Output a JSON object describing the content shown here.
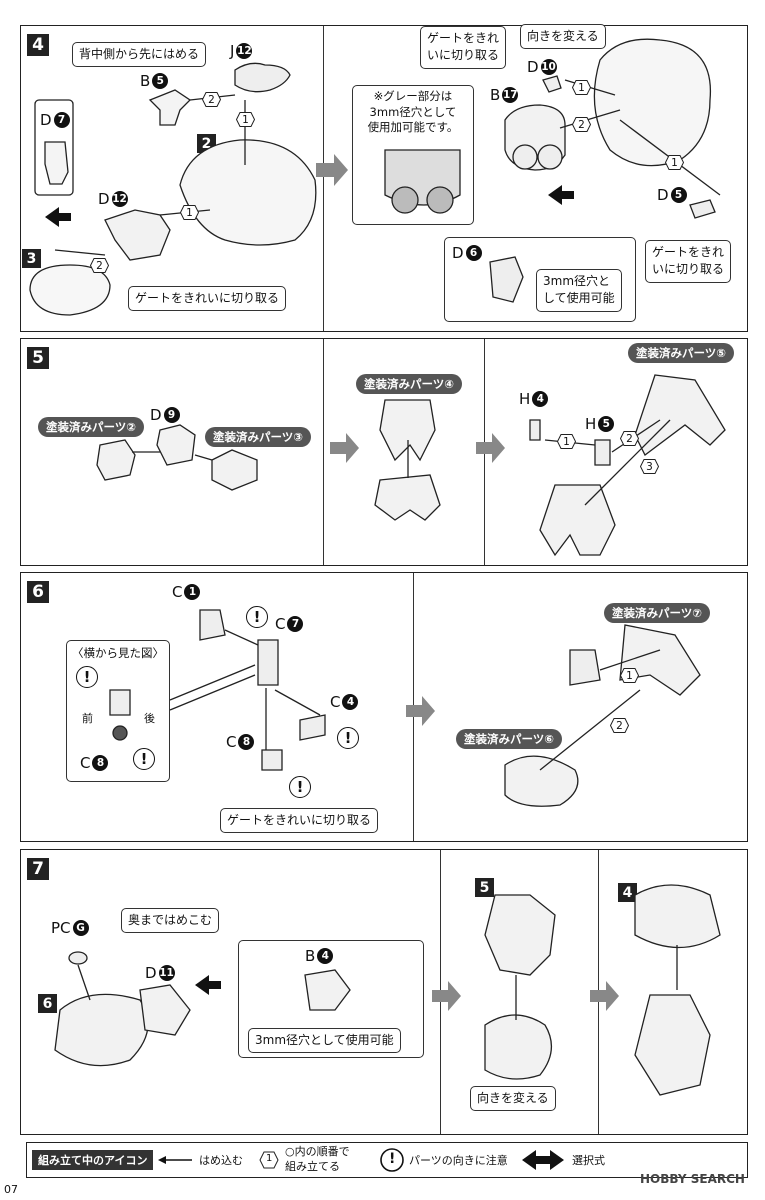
{
  "step4": {
    "number": "4",
    "note_back": "背中側から先にはめる",
    "part_J": {
      "letter": "J",
      "num": "12"
    },
    "part_B5": {
      "letter": "B",
      "num": "5"
    },
    "part_D7": {
      "letter": "D",
      "num": "7"
    },
    "part_D12": {
      "letter": "D",
      "num": "12"
    },
    "sub2": "2",
    "sub3": "3",
    "gate_note": "ゲートをきれいに切り取る",
    "gate_note_top_1": "ゲートをきれ",
    "gate_note_top_2": "いに切り取る",
    "turn": "向きを変える",
    "part_D10": {
      "letter": "D",
      "num": "10"
    },
    "part_B17": {
      "letter": "B",
      "num": "17"
    },
    "gray_note_1": "※グレー部分は",
    "gray_note_2": "3mm径穴として",
    "gray_note_3": "使用加可能です。",
    "part_D5": {
      "letter": "D",
      "num": "5"
    },
    "gate_note_right_1": "ゲートをきれ",
    "gate_note_right_2": "いに切り取る",
    "part_D6": {
      "letter": "D",
      "num": "6"
    },
    "hole_1": "3mm径穴と",
    "hole_2": "して使用可能",
    "order": [
      "1",
      "2"
    ]
  },
  "step5": {
    "number": "5",
    "painted_2": "塗装済みパーツ②",
    "painted_3": "塗装済みパーツ③",
    "painted_4": "塗装済みパーツ④",
    "painted_5": "塗装済みパーツ⑤",
    "part_D9": {
      "letter": "D",
      "num": "9"
    },
    "part_H4": {
      "letter": "H",
      "num": "4"
    },
    "part_H5": {
      "letter": "H",
      "num": "5"
    },
    "order": [
      "1",
      "2",
      "3"
    ]
  },
  "step6": {
    "number": "6",
    "side_view": "〈横から見た図〉",
    "front": "前",
    "back": "後",
    "part_C1": {
      "letter": "C",
      "num": "1"
    },
    "part_C7": {
      "letter": "C",
      "num": "7"
    },
    "part_C4": {
      "letter": "C",
      "num": "4"
    },
    "part_C8": {
      "letter": "C",
      "num": "8"
    },
    "part_C8b": {
      "letter": "C",
      "num": "8"
    },
    "gate_note": "ゲートをきれいに切り取る",
    "painted_7": "塗装済みパーツ⑦",
    "painted_6": "塗装済みパーツ⑥",
    "order": [
      "1",
      "2"
    ]
  },
  "step7": {
    "number": "7",
    "push_note": "奥まではめこむ",
    "part_PC": {
      "letter": "PC",
      "num": "G"
    },
    "part_D11": {
      "letter": "D",
      "num": "11"
    },
    "part_B4": {
      "letter": "B",
      "num": "4"
    },
    "hole_note": "3mm径穴として使用可能",
    "sub6": "6",
    "sub5": "5",
    "sub4": "4",
    "turn": "向きを変える"
  },
  "legend": {
    "title": "組み立て中のアイコン",
    "insert": "はめ込む",
    "order_icon": "1",
    "order_1": "○内の順番で",
    "order_2": "組み立てる",
    "caution": "パーツの向きに注意",
    "choice": "選択式"
  },
  "page_number": "07",
  "watermark": "HOBBY SEARCH"
}
